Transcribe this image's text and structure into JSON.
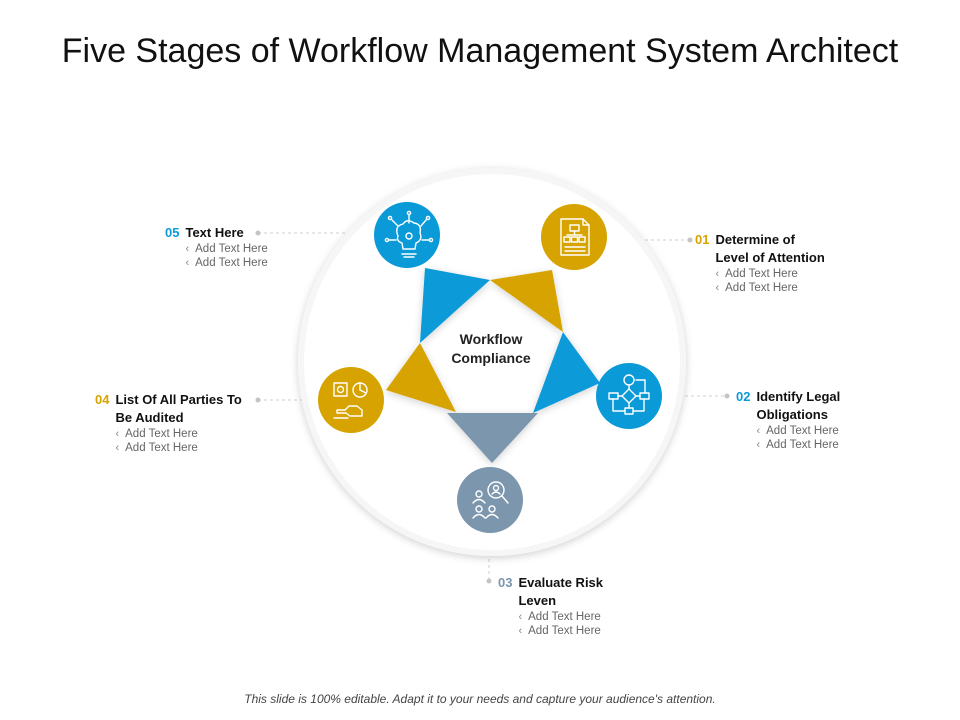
{
  "title": "Five Stages of Workflow Management System Architect",
  "center": {
    "line1": "Workflow",
    "line2": "Compliance"
  },
  "colors": {
    "gold": "#D6A300",
    "blue": "#0B9AD8",
    "slate": "#7C96AE",
    "ring": "#f7f7f7"
  },
  "stages": [
    {
      "num": "01",
      "name_lines": [
        "Determine of",
        "Level of Attention"
      ],
      "bullets": [
        "Add Text Here",
        "Add Text Here"
      ],
      "icon": "document-org-chart-icon"
    },
    {
      "num": "02",
      "name_lines": [
        "Identify Legal",
        "Obligations"
      ],
      "bullets": [
        "Add Text Here",
        "Add Text Here"
      ],
      "icon": "flowchart-icon"
    },
    {
      "num": "03",
      "name_lines": [
        "Evaluate Risk",
        "Leven"
      ],
      "bullets": [
        "Add Text Here",
        "Add Text Here"
      ],
      "icon": "people-search-icon"
    },
    {
      "num": "04",
      "name_lines": [
        "List Of All Parties To",
        "Be Audited"
      ],
      "bullets": [
        "Add Text Here",
        "Add Text Here"
      ],
      "icon": "gear-chart-handshake-icon"
    },
    {
      "num": "05",
      "name_lines": [
        "Text Here"
      ],
      "bullets": [
        "Add Text Here",
        "Add Text Here"
      ],
      "icon": "brain-network-icon"
    }
  ],
  "footer": "This slide is 100% editable. Adapt it to your needs and capture your audience's attention."
}
